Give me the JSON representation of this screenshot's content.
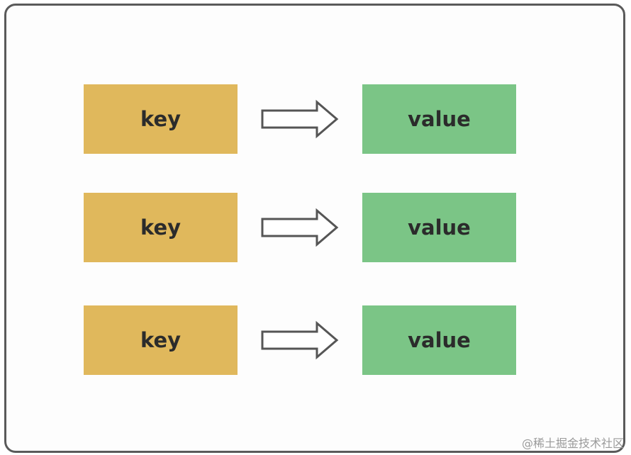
{
  "colors": {
    "key": "#e0b85c",
    "value": "#7bc586",
    "border": "#5a5a5a",
    "arrow_stroke": "#555555"
  },
  "rows": [
    {
      "key": "key",
      "value": "value"
    },
    {
      "key": "key",
      "value": "value"
    },
    {
      "key": "key",
      "value": "value"
    }
  ],
  "watermark": "@稀土掘金技术社区"
}
